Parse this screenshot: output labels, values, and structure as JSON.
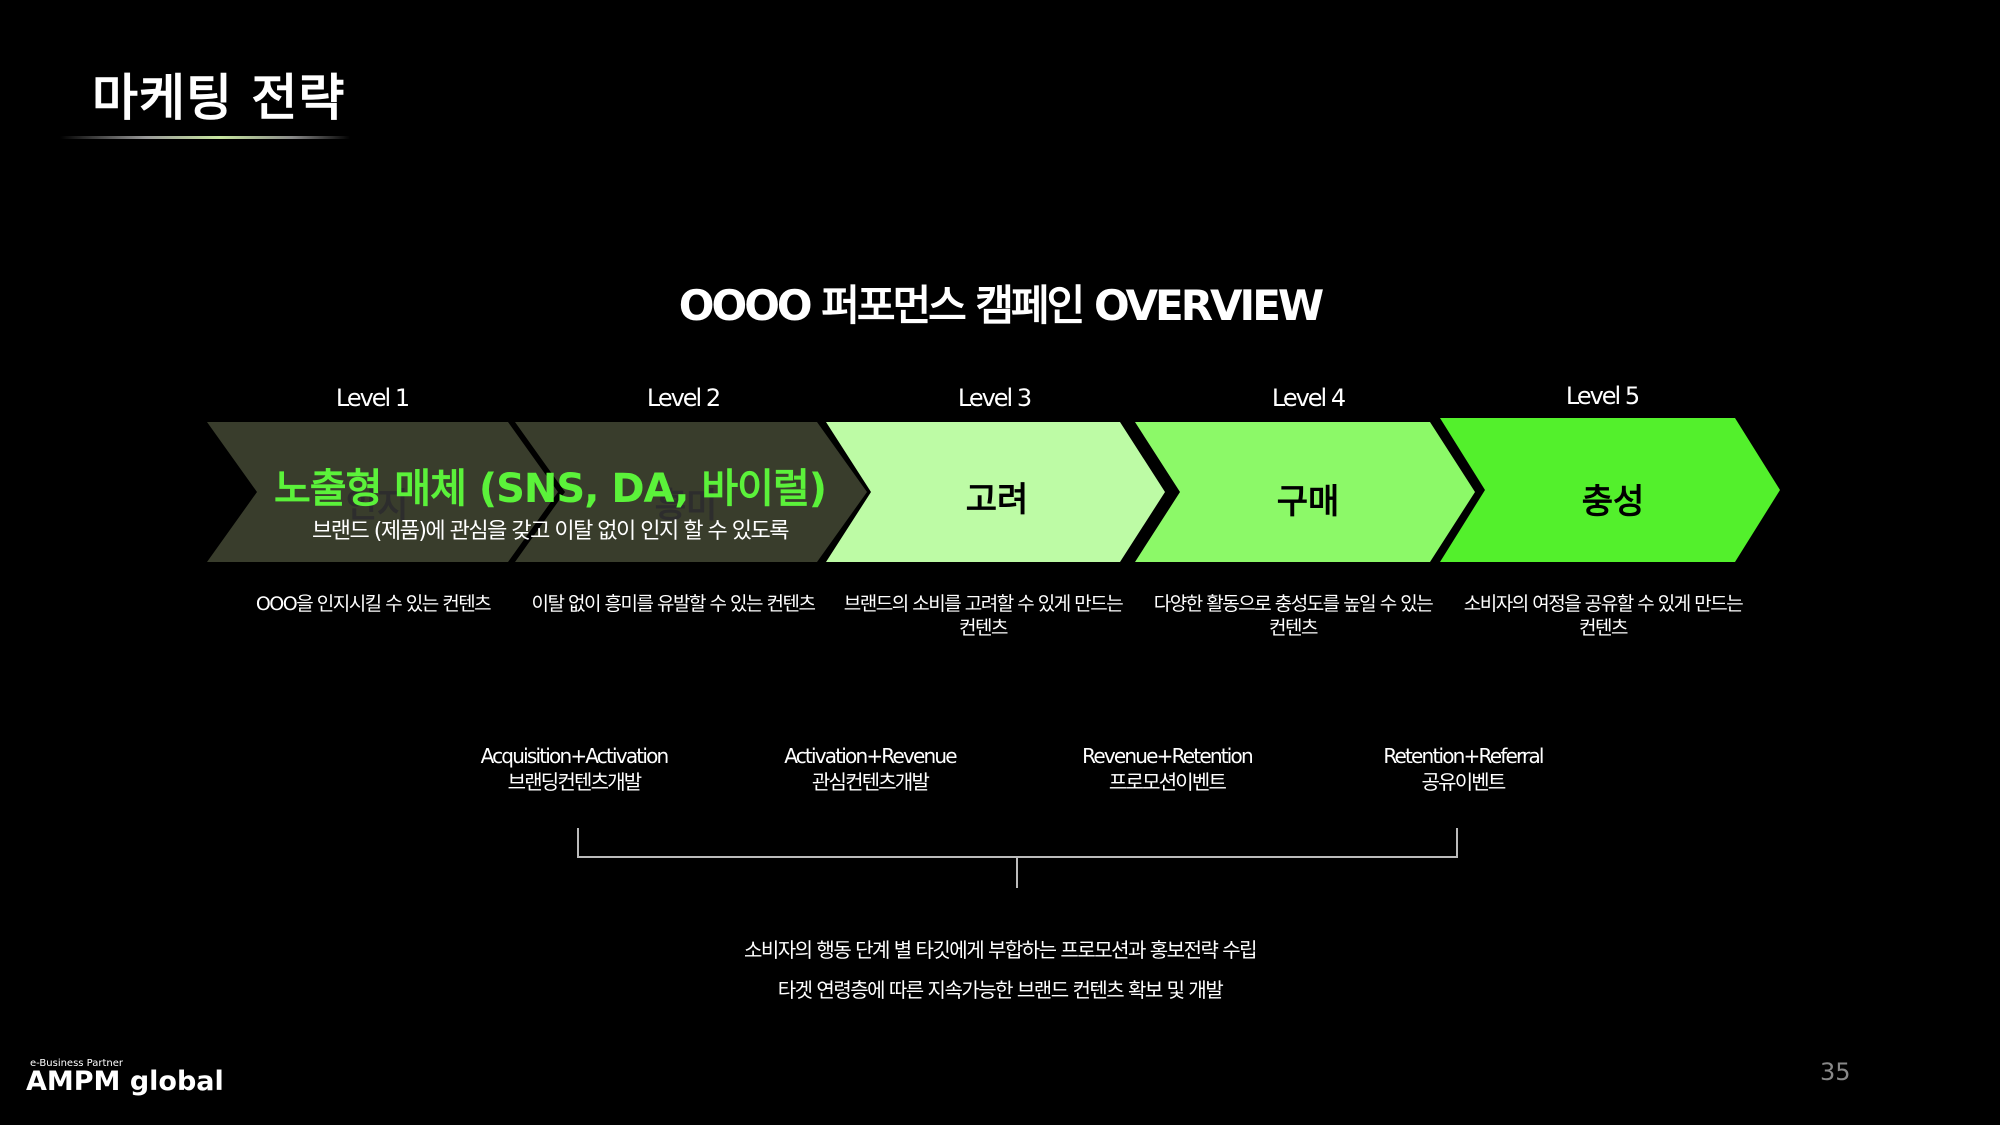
{
  "header": {
    "title": "마케팅 전략"
  },
  "overview": {
    "title": "OOOO 퍼포먼스 캠페인 OVERVIEW"
  },
  "levels": [
    {
      "level": "Level 1",
      "stage": "인지",
      "fill": "#393d2c",
      "desc": "OOO을 인지시킬 수 있는 컨텐츠"
    },
    {
      "level": "Level 2",
      "stage": "흥미",
      "fill": "#393d2c",
      "desc": "이탈 없이 흥미를 유발할 수 있는 컨텐츠"
    },
    {
      "level": "Level 3",
      "stage": "고려",
      "fill": "#bdfba5",
      "desc": "브랜드의 소비를 고려할 수 있게 만드는 컨텐츠"
    },
    {
      "level": "Level 4",
      "stage": "구매",
      "fill": "#8cf968",
      "desc": "다양한 활동으로 충성도를 높일 수 있는 컨텐츠"
    },
    {
      "level": "Level 5",
      "stage": "충성",
      "fill": "#53f02c",
      "desc": "소비자의 여정을 공유할 수 있게 만드는 컨텐츠"
    }
  ],
  "overlay": {
    "main": "노출형 매체 (SNS, DA, 바이럴)",
    "sub": "브랜드 (제품)에 관심을 갖고 이탈 없이 인지 할 수 있도록"
  },
  "combos": [
    {
      "line1": "Acquisition+Activation",
      "line2": "브랜딩컨텐츠개발"
    },
    {
      "line1": "Activation+Revenue",
      "line2": "관심컨텐츠개발"
    },
    {
      "line1": "Revenue+Retention",
      "line2": "프로모션이벤트"
    },
    {
      "line1": "Retention+Referral",
      "line2": "공유이벤트"
    }
  ],
  "summary": [
    "소비자의 행동 단계 별 타깃에게 부합하는 프로모션과 홍보전략 수립",
    "타겟 연령층에 따른 지속가능한 브랜드 컨텐츠 확보 및 개발"
  ],
  "footer": {
    "logo_tagline": "e-Business Partner",
    "logo_text": "AMPM global",
    "page_number": "35"
  },
  "colors": {
    "accent_green": "#5bf23a",
    "dark_chevron": "#393d2c",
    "background": "#000000"
  }
}
